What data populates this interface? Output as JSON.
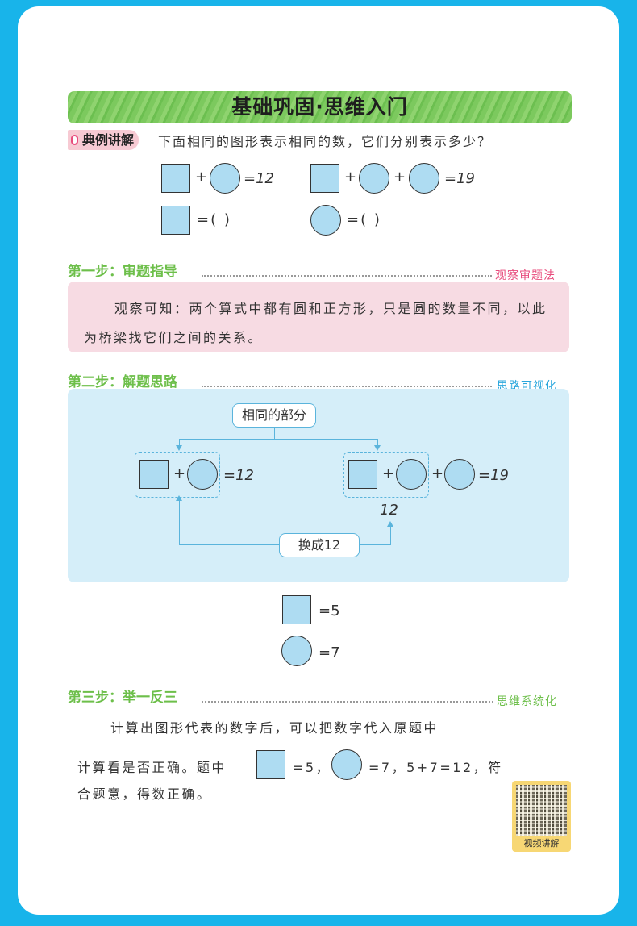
{
  "header": {
    "title": "基础巩固·思维入门"
  },
  "example": {
    "tag": "典例讲解",
    "question": "下面相同的图形表示相同的数，它们分别表示多少？",
    "eq1_result": "=12",
    "eq2_result": "=19",
    "answer_blank": "=(    )"
  },
  "step1": {
    "title": "第一步：审题指导",
    "tag": "观察审题法",
    "text": "观察可知：两个算式中都有圆和正方形，只是圆的数量不同，以此为桥梁找它们之间的关系。"
  },
  "step2": {
    "title": "第二步：解题思路",
    "tag": "思路可视化",
    "same_part_label": "相同的部分",
    "eq1_result": "=12",
    "eq2_result": "=19",
    "sub_value": "12",
    "replace_label": "换成12"
  },
  "results": {
    "square_value": "=5",
    "circle_value": "=7"
  },
  "step3": {
    "title": "第三步：举一反三",
    "tag": "思维系统化",
    "line1": "计算出图形代表的数字后，可以把数字代入原题中",
    "line2_a": "计算看是否正确。题中",
    "line2_b": "=5，",
    "line2_c": "=7，5+7=12，符",
    "line3": "合题意，得数正确。"
  },
  "qr": {
    "label": "视频讲解"
  },
  "colors": {
    "frame": "#18b4ea",
    "banner_green": "#7cc95e",
    "step_green": "#6dbf4a",
    "pink_box": "#f7dbe3",
    "blue_box": "#d5eef9",
    "shape_fill": "#aedcf2",
    "tag_pink": "#e84c7d",
    "tag_blue": "#2aa7dd",
    "tag_green": "#6dbf4a"
  }
}
